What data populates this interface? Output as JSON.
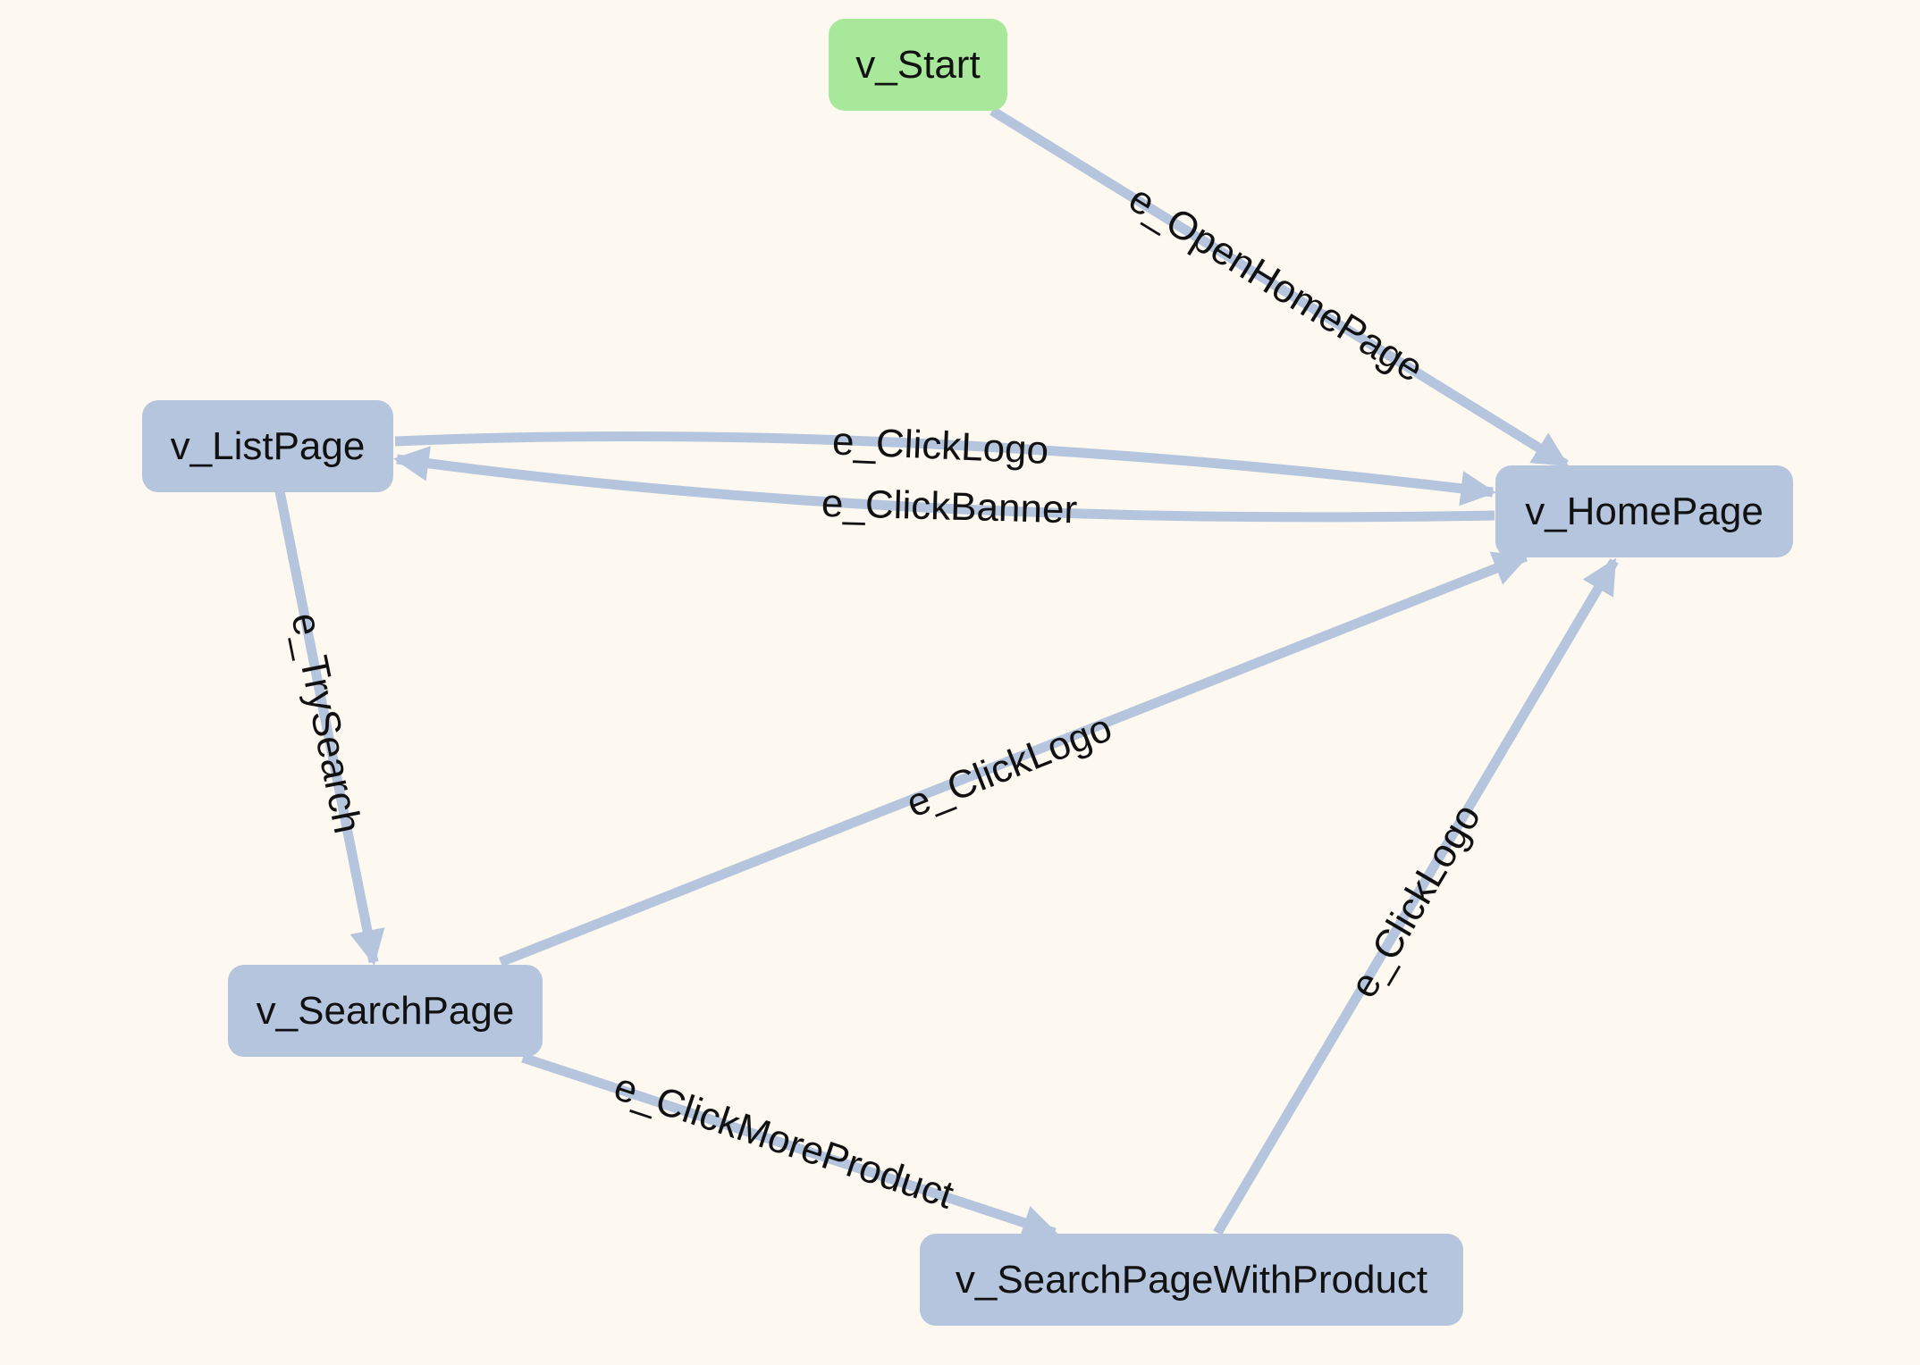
{
  "colors": {
    "background": "#fdf9f1",
    "vertex": "#b5c5de",
    "start_vertex": "#a8e89a",
    "edge": "#b5c5de",
    "text": "#111111"
  },
  "vertices": {
    "start": "v_Start",
    "home": "v_HomePage",
    "list": "v_ListPage",
    "search": "v_SearchPage",
    "search_product": "v_SearchPageWithProduct"
  },
  "edges": {
    "open_home": "e_OpenHomePage",
    "list_to_home": "e_ClickLogo",
    "home_to_list": "e_ClickBanner",
    "list_to_search": "e_TrySearch",
    "search_to_home": "e_ClickLogo",
    "product_to_home": "e_ClickLogo",
    "search_to_product": "e_ClickMoreProduct"
  }
}
